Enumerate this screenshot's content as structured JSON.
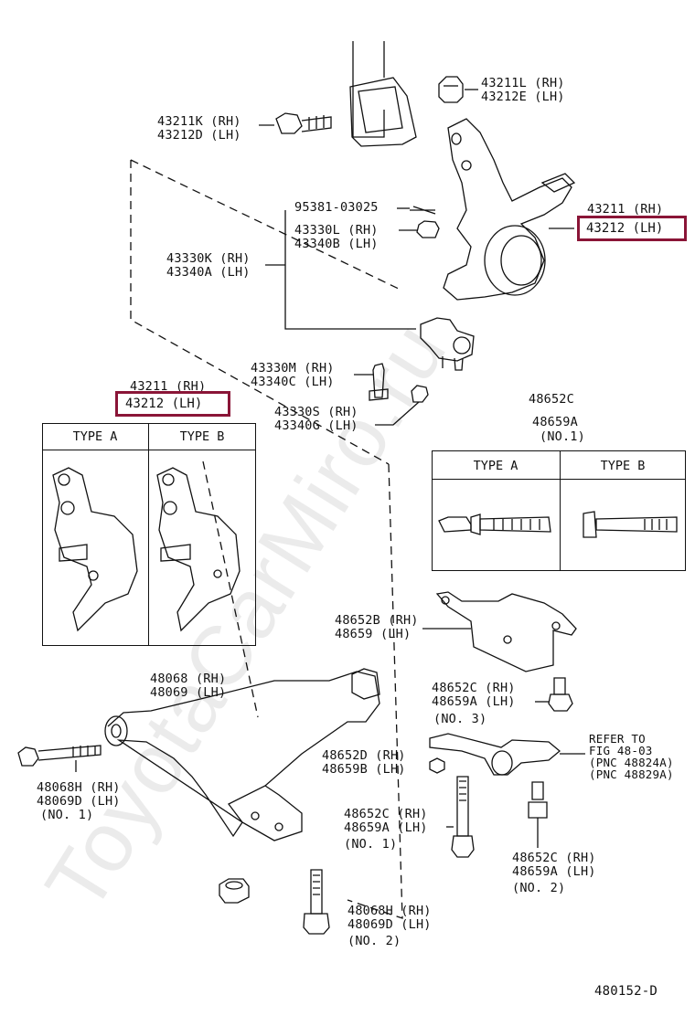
{
  "strut_nut": {
    "rh": "43211L (RH)",
    "lh": "43212E (LH)"
  },
  "upper_bolt": {
    "rh": "43211K (RH)",
    "lh": "43212D (LH)"
  },
  "cotter_pin": {
    "part": "95381-03025"
  },
  "knuckle_nut": {
    "rh": "43330L (RH)",
    "lh": "43340B (LH)"
  },
  "knuckle_callout": {
    "rh": "43211 (RH)",
    "lh": "43212 (LH)"
  },
  "ball_joint": {
    "rh": "43330K (RH)",
    "lh": "43340A (LH)"
  },
  "ball_joint_bolt": {
    "rh": "43330M (RH)",
    "lh": "43340C (LH)"
  },
  "left_callout": {
    "rh": "43211 (RH)",
    "lh": "43212 (LH)"
  },
  "ball_joint_nut": {
    "rh": "43330S (RH)",
    "lh": "43340G (LH)"
  },
  "types_left": {
    "type_a": "TYPE A",
    "type_b": "TYPE B"
  },
  "bolt_group": {
    "part1": "48652C",
    "part2": "48659A",
    "no": "(NO.1)",
    "type_a": "TYPE A",
    "type_b": "TYPE B"
  },
  "bracket": {
    "rh": "48652B (RH)",
    "lh": "48659 (LH)"
  },
  "lower_arm": {
    "rh": "48068 (RH)",
    "lh": "48069 (LH)"
  },
  "bolt_no3": {
    "rh": "48652C (RH)",
    "lh": "48659A (LH)",
    "no": "(NO. 3)"
  },
  "refer": {
    "line1": "REFER TO",
    "line2": "FIG 48-03",
    "line3": "(PNC 48824A)",
    "line4": "(PNC 48829A)"
  },
  "nut_arm": {
    "rh": "48652D (RH)",
    "lh": "48659B (LH)"
  },
  "arm_bolt_no1": {
    "rh": "48068H (RH)",
    "lh": "48069D (LH)",
    "no": "(NO. 1)"
  },
  "bolt_c_no1": {
    "rh": "48652C (RH)",
    "lh": "48659A (LH)",
    "no": "(NO. 1)"
  },
  "bolt_c_no2": {
    "rh": "48652C (RH)",
    "lh": "48659A (LH)",
    "no": "(NO. 2)"
  },
  "arm_bolt_no2": {
    "rh": "48068H (RH)",
    "lh": "48069D (LH)",
    "no": "(NO. 2)"
  },
  "diagram_code": "480152-D",
  "watermark": "ToyotaCarMiro.ru",
  "colors": {
    "highlight": "#8a1537",
    "line": "#111111"
  }
}
